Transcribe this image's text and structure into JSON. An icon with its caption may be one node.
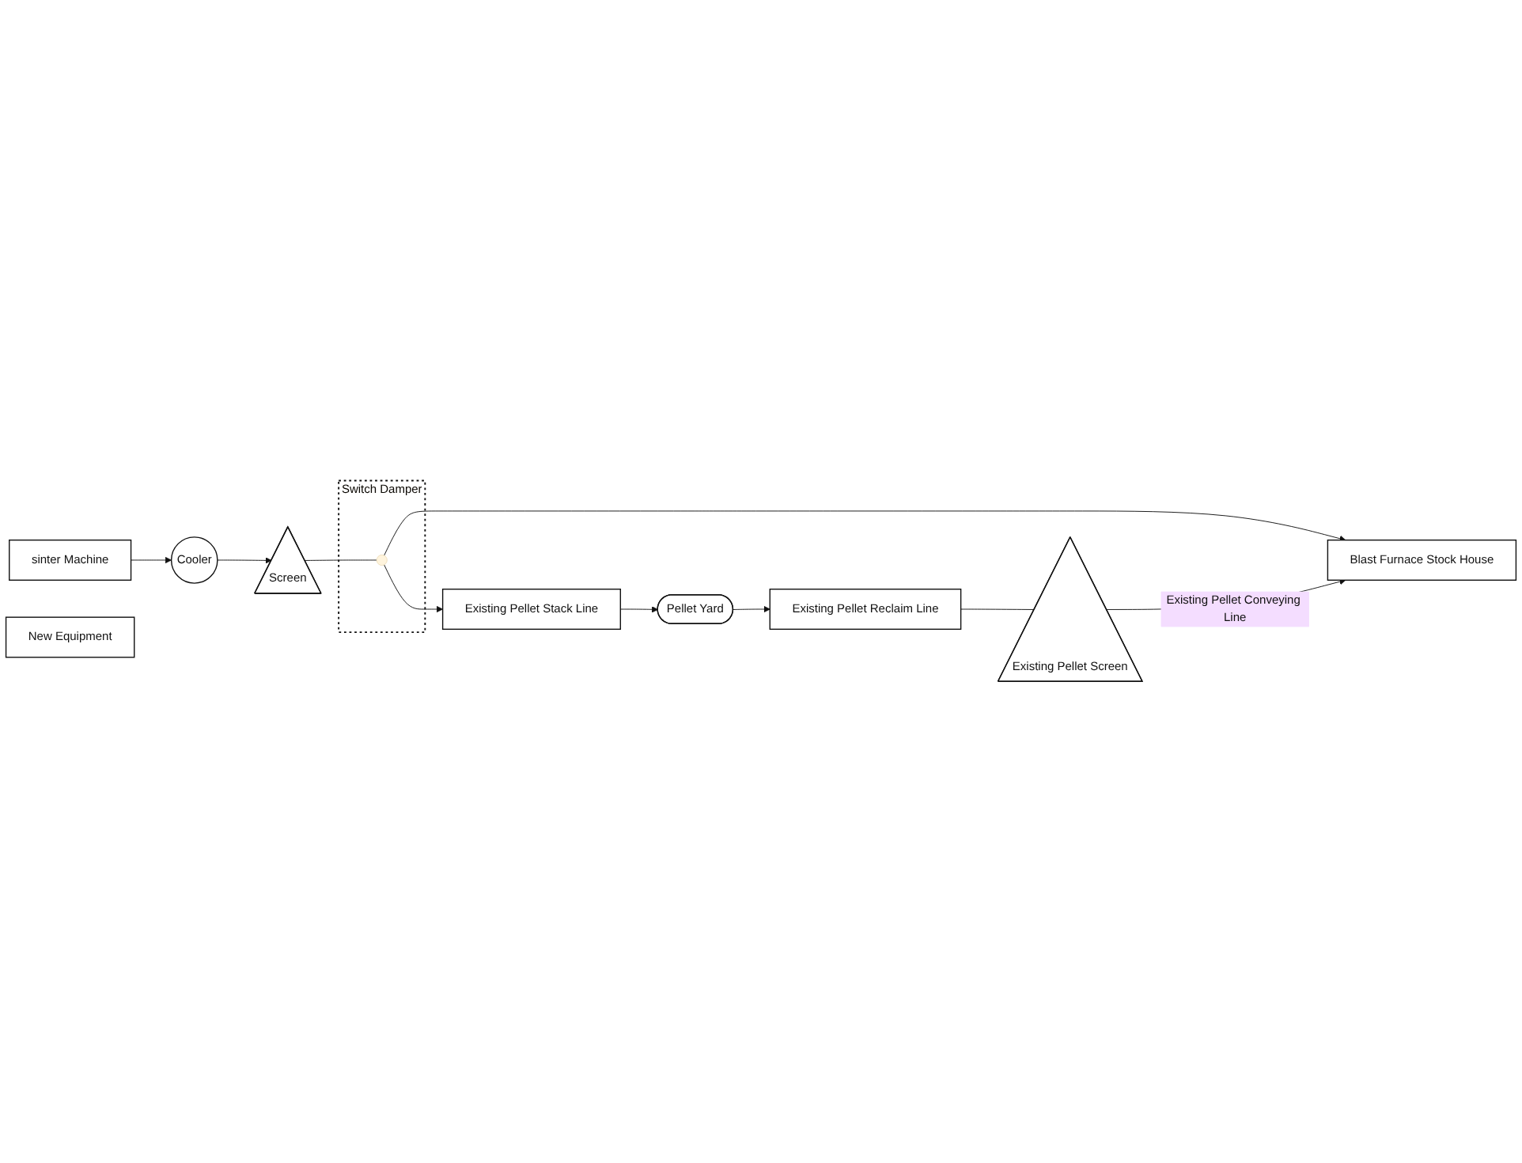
{
  "diagram": {
    "nodes": [
      {
        "text": [
          "sinter Machine"
        ]
      },
      {
        "text": [
          "Cooler"
        ]
      },
      {
        "text": [
          "Screen"
        ]
      },
      {
        "text": [
          "New Equipment"
        ]
      },
      {
        "text": [
          "Switch Damper"
        ]
      },
      {
        "text": [],
        "shape": "circle",
        "in": 4
      },
      {
        "text": [
          "Blast Furnace Stock House"
        ]
      },
      {
        "text": [
          "Existing Pellet Stack Line"
        ]
      },
      {
        "text": [
          "Pellet Yard"
        ]
      },
      {
        "text": [
          "Existing Pellet Reclaim Line"
        ]
      },
      {
        "text": [
          "Existing Pellet Screen"
        ]
      }
    ],
    "edges": [
      {
        "from": 0,
        "to": 1,
        "arrow": "to"
      },
      {
        "from": 1,
        "to": 2,
        "arrow": "to"
      },
      {
        "from": 2,
        "to": 5,
        "arrow": "none"
      },
      {
        "from": 5,
        "to": 6,
        "arrow": "to"
      },
      {
        "from": 5,
        "to": 7,
        "arrow": "to"
      },
      {
        "from": 7,
        "to": 8,
        "arrow": "to"
      },
      {
        "from": 8,
        "to": 9,
        "arrow": "to"
      },
      {
        "from": 9,
        "to": 10,
        "arrow": "none"
      },
      {
        "from": 10,
        "to": 6,
        "arrow": "to",
        "label": "Existing Pellet Conveying Line"
      }
    ]
  }
}
